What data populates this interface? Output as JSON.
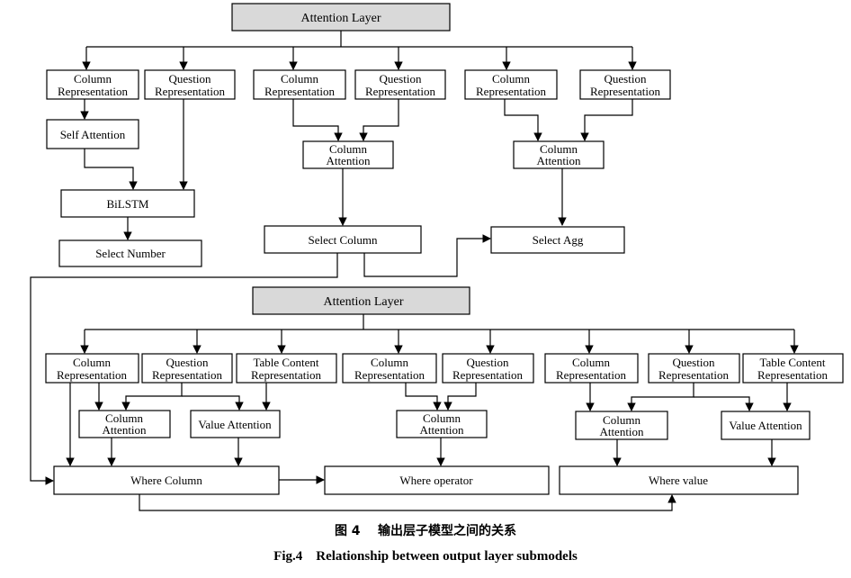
{
  "nodes": {
    "top_attention": "Attention Layer",
    "t1_col": [
      "Column",
      "Representation"
    ],
    "t1_q": [
      "Question",
      "Representation"
    ],
    "t1_self": "Self Attention",
    "t1_bilstm": "BiLSTM",
    "t1_selnum": "Select Number",
    "t2_col": [
      "Column",
      "Representation"
    ],
    "t2_q": [
      "Question",
      "Representation"
    ],
    "t2_catt": [
      "Column",
      "Attention"
    ],
    "t2_selcol": "Select Column",
    "t3_col": [
      "Column",
      "Representation"
    ],
    "t3_q": [
      "Question",
      "Representation"
    ],
    "t3_catt": [
      "Column",
      "Attention"
    ],
    "t3_selagg": "Select Agg",
    "mid_attention": "Attention Layer",
    "b1_col": [
      "Column",
      "Representation"
    ],
    "b1_q": [
      "Question",
      "Representation"
    ],
    "b1_tc": [
      "Table Content",
      "Representation"
    ],
    "b1_catt": [
      "Column",
      "Attention"
    ],
    "b1_vatt": "Value Attention",
    "b1_wcol": "Where Column",
    "b2_col": [
      "Column",
      "Representation"
    ],
    "b2_q": [
      "Question",
      "Representation"
    ],
    "b2_catt": [
      "Column",
      "Attention"
    ],
    "b2_wop": "Where operator",
    "b3_col": [
      "Column",
      "Representation"
    ],
    "b3_q": [
      "Question",
      "Representation"
    ],
    "b3_tc": [
      "Table Content",
      "Representation"
    ],
    "b3_catt": [
      "Column",
      "Attention"
    ],
    "b3_vatt": "Value Attention",
    "b3_wval": "Where value"
  },
  "caption": {
    "cn": "图 4    输出层子模型之间的关系",
    "en": "Fig.4    Relationship between output layer submodels"
  }
}
